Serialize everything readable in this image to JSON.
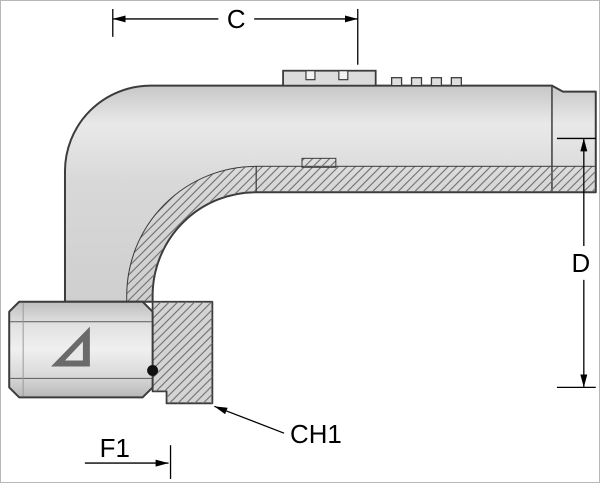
{
  "drawing": {
    "body_color": "#d9d9d9",
    "outline_color": "#3c3c3c",
    "hatch_color": "#6e6e6e",
    "dimension_color": "#000000",
    "oring_color": "#111111",
    "logo_color": "#6a6a6a",
    "labels": {
      "c": "C",
      "d": "D",
      "f1": "F1",
      "ch1": "CH1"
    }
  }
}
